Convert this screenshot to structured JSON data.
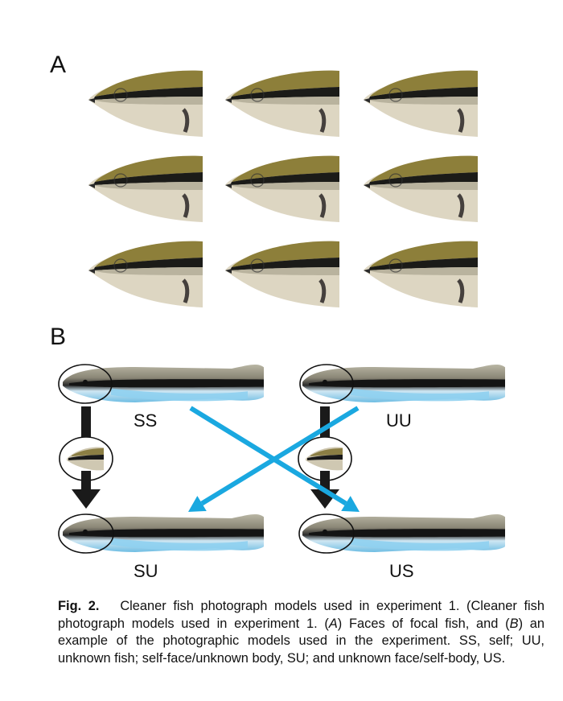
{
  "figure": {
    "panel_a_label": "A",
    "panel_b_label": "B",
    "panel_a_desc_faces": 9,
    "models": {
      "ss": "SS",
      "uu": "UU",
      "su": "SU",
      "us": "US"
    },
    "colors": {
      "arrow_black": "#1a1a1a",
      "arrow_blue": "#1aa8e0",
      "fish_blue": "#9fd4ee"
    },
    "caption": {
      "label": "Fig. 2.",
      "text_1": "Cleaner fish photograph models used in experiment 1. (Cleaner fish photograph models used in experiment 1. (",
      "a_ref": "A",
      "text_2": ") Faces of focal fish, and (",
      "b_ref": "B",
      "text_3": ") an example of the photographic models used in the experiment. SS, self; UU, unknown fish; self-face/unknown body, SU; and unknown face/self-body, US."
    }
  }
}
